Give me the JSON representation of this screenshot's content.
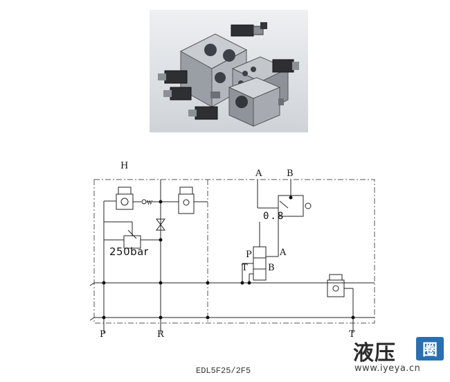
{
  "diagram": {
    "title": "EDL5F25/2F5",
    "labels": {
      "h": "H",
      "a_top": "A",
      "b_top": "B",
      "relief_setting": "0.8",
      "pressure": "250bar",
      "p_valve": "P",
      "t_valve": "T",
      "a_valve": "A",
      "b_valve": "B",
      "p_bottom": "P",
      "r_bottom": "R",
      "t_bottom": "T",
      "check_w": "W"
    }
  },
  "watermark": {
    "brand_cn": "液压",
    "badge": "圈",
    "url": "www.iyeya.cn",
    "badge_color": "#2a6fb0"
  }
}
